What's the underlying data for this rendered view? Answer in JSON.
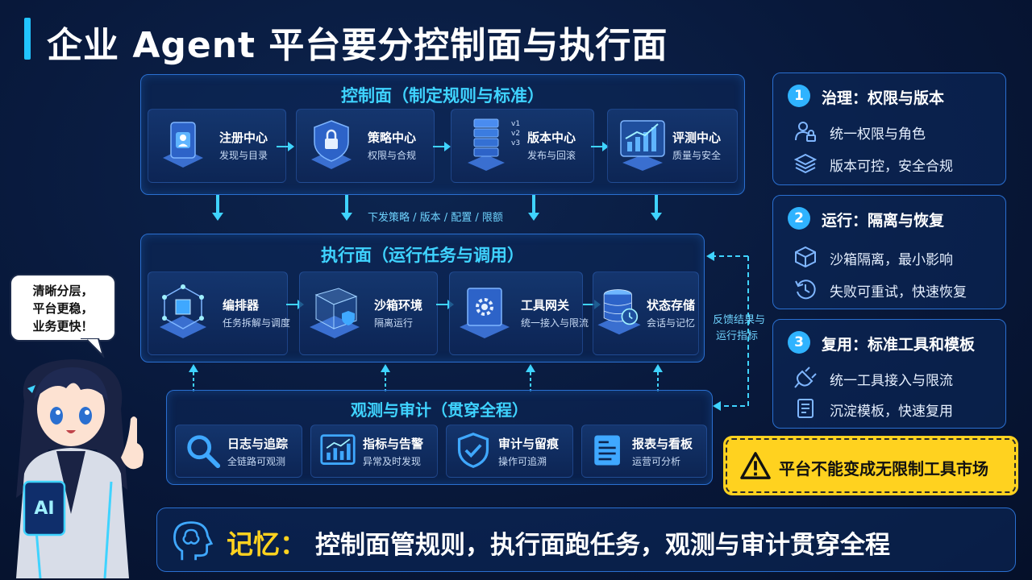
{
  "title": "企业 Agent 平台要分控制面与执行面",
  "control_plane": {
    "title": "控制面（制定规则与标准）",
    "cards": [
      {
        "name": "注册中心",
        "desc": "发现与目录",
        "icon": "registry-badge-icon"
      },
      {
        "name": "策略中心",
        "desc": "权限与合规",
        "icon": "shield-lock-icon"
      },
      {
        "name": "版本中心",
        "desc": "发布与回滚",
        "icon": "version-stack-icon"
      },
      {
        "name": "评测中心",
        "desc": "质量与安全",
        "icon": "chart-monitor-icon"
      }
    ]
  },
  "dispatch_label": "下发策略 / 版本 / 配置 / 限额",
  "version_tags": [
    "v1",
    "v2",
    "v3"
  ],
  "execution_plane": {
    "title": "执行面（运行任务与调用）",
    "cards": [
      {
        "name": "编排器",
        "desc": "任务拆解与调度",
        "icon": "orchestrator-cube-icon"
      },
      {
        "name": "沙箱环境",
        "desc": "隔离运行",
        "icon": "sandbox-box-icon"
      },
      {
        "name": "工具网关",
        "desc": "统一接入与限流",
        "icon": "gateway-gear-icon"
      },
      {
        "name": "状态存储",
        "desc": "会话与记忆",
        "icon": "database-clock-icon"
      }
    ]
  },
  "feedback_label": [
    "反馈结果与",
    "运行指标"
  ],
  "observability": {
    "title": "观测与审计（贯穿全程）",
    "cards": [
      {
        "name": "日志与追踪",
        "desc": "全链路可观测",
        "icon": "magnifier-icon"
      },
      {
        "name": "指标与告警",
        "desc": "异常及时发现",
        "icon": "metrics-chart-icon"
      },
      {
        "name": "审计与留痕",
        "desc": "操作可追溯",
        "icon": "shield-check-icon"
      },
      {
        "name": "报表与看板",
        "desc": "运营可分析",
        "icon": "report-doc-icon"
      }
    ]
  },
  "side": [
    {
      "num": "1",
      "title": "治理：权限与版本",
      "rows": [
        {
          "icon": "user-lock-icon",
          "text": "统一权限与角色"
        },
        {
          "icon": "layers-icon",
          "text": "版本可控，安全合规"
        }
      ]
    },
    {
      "num": "2",
      "title": "运行：隔离与恢复",
      "rows": [
        {
          "icon": "cube-icon",
          "text": "沙箱隔离，最小影响"
        },
        {
          "icon": "restore-icon",
          "text": "失败可重试，快速恢复"
        }
      ]
    },
    {
      "num": "3",
      "title": "复用：标准工具和模板",
      "rows": [
        {
          "icon": "plug-icon",
          "text": "统一工具接入与限流"
        },
        {
          "icon": "template-icon",
          "text": "沉淀模板，快速复用"
        }
      ]
    }
  ],
  "warning": "平台不能变成无限制工具市场",
  "memory": {
    "key": "记忆：",
    "value": "控制面管规则，执行面跑任务，观测与审计贯穿全程"
  },
  "bubble": [
    "清晰分层，",
    "平台更稳，",
    "业务更快！"
  ],
  "mascot_badge": "AI",
  "colors": {
    "accent": "#3fd3ff",
    "warning": "#ffd21f",
    "background": "#08183a"
  }
}
